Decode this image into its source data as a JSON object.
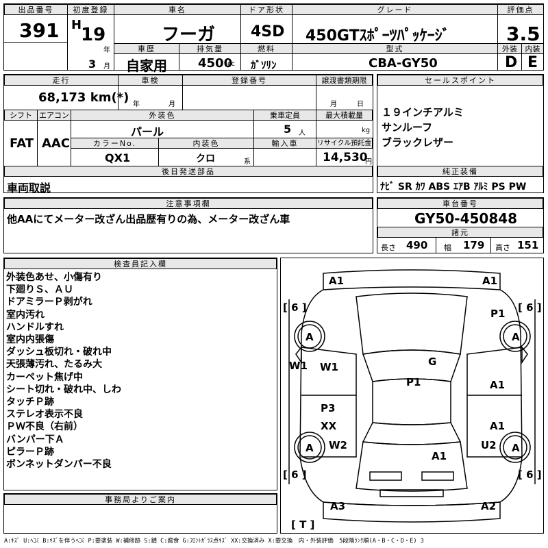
{
  "labels": {
    "lot": "出品番号",
    "first_reg": "初度登録",
    "car_name": "車名",
    "door": "ドア形状",
    "grade": "グレード",
    "score": "評価点",
    "history": "車歴",
    "displacement": "排気量",
    "fuel": "燃料",
    "model": "型式",
    "exterior": "外装",
    "interior": "内装",
    "mileage": "走行",
    "inspection": "車検",
    "reg_no": "登録番号",
    "transfer": "譲渡書類期限",
    "sales_point": "セールスポイント",
    "shift": "シフト",
    "aircon": "エアコン",
    "ext_color": "外装色",
    "capacity": "乗車定員",
    "max_load": "最大積載量",
    "color_no": "カラーNo.",
    "int_color": "内装色",
    "import": "輸入車",
    "recycle": "リサイクル預託金",
    "post_parts": "後日発送部品",
    "equipment": "純正装備",
    "notes": "注意事項欄",
    "chassis": "車台番号",
    "specs": "諸元",
    "length": "長さ",
    "width": "幅",
    "height": "高さ",
    "inspector": "検査員記入欄",
    "office": "事務局よりご案内",
    "era_year": "年",
    "month": "月",
    "year_month_y": "年",
    "year_month_m": "月",
    "day": "日",
    "cc": "cc",
    "person": "人",
    "kg": "kg",
    "kei": "系",
    "yen": "円"
  },
  "values": {
    "lot": "391",
    "era": "H",
    "year": "19",
    "month": "3",
    "car_name": "フーガ",
    "door": "4SD",
    "grade": "450GTｽﾎﾟｰﾂﾊﾟｯｹｰｼﾞ",
    "score": "3.5",
    "history": "自家用",
    "displacement": "4500",
    "fuel": "ｶﾞｿﾘﾝ",
    "model": "CBA-GY50",
    "exterior": "D",
    "interior": "E",
    "mileage": "68,173 km(*)",
    "shift": "FAT",
    "aircon": "AAC",
    "ext_color": "パール",
    "capacity": "5",
    "color_no": "QX1",
    "int_color": "クロ",
    "recycle": "14,530",
    "chassis": "GY50-450848",
    "length": "490",
    "width": "179",
    "height": "151",
    "post_parts": "車両取説",
    "equipment": "ﾅﾋﾞ SR ｶﾜ ABS ｴｱB ｱﾙﾐ PS PW",
    "notes": "他AAにてメーター改ざん出品歴有りの為、メーター改ざん車"
  },
  "sales_points": [
    "１９インチアルミ",
    "サンルーフ",
    "ブラックレザー"
  ],
  "inspector_notes": [
    "外装色あせ、小傷有り",
    "下廻りＳ、ＡＵ",
    "ドアミラーＰ剥がれ",
    "室内汚れ",
    "ハンドルすれ",
    "室内内張傷",
    "ダッシュ板切れ・破れ中",
    "天張薄汚れ、たるみ大",
    "カーペット焦げ中",
    "シート切れ・破れ中、しわ",
    "タッチＰ跡",
    "ステレオ表示不良",
    "ＰＷ不良（右前）",
    "バンパー下Ａ",
    "ピラーＰ跡",
    "ボンネットダンパー不良"
  ],
  "diagram": {
    "codes": [
      "A1",
      "A1",
      "[ 6 ]",
      "[ 6 ]",
      "P1",
      "A",
      "A",
      "W1",
      "W1",
      "G",
      "P1",
      "A1",
      "P3",
      "XX",
      "A1",
      "A",
      "W2",
      "U2",
      "A",
      "A1",
      "[ 6 ]",
      "[ 6 ]",
      "A3",
      "A2",
      "[ T ]"
    ]
  },
  "legend": "A:ｷｽﾞ U:ﾍｺﾐ B:ｷｽﾞを伴うﾍｺﾐ P:要塗装 W:補修跡 S:錆 C:腐食 G:ﾌﾛﾝﾄｶﾞﾗｽ点ｷｽﾞ XX:交換済み X:要交換　内・外装評価　5段階ﾗﾝｸ順(A・B・C・D・E) 3"
}
